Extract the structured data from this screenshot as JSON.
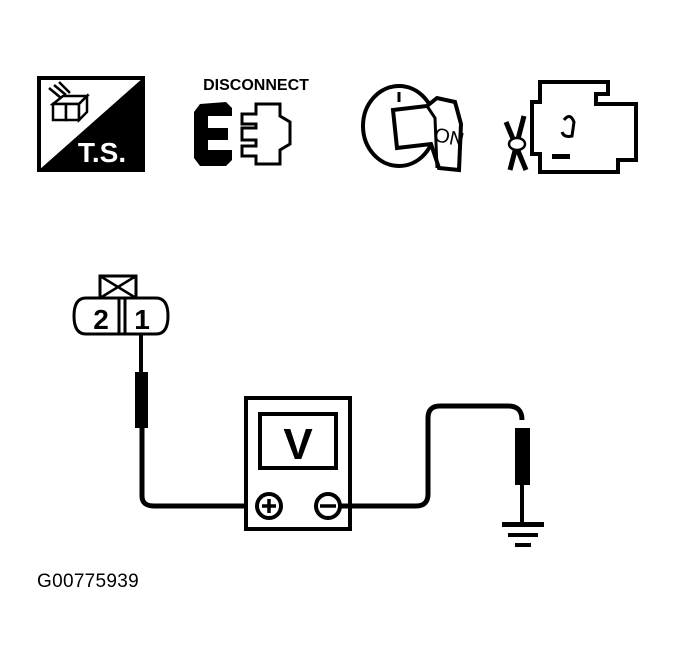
{
  "icons": [
    {
      "name": "ts-icon",
      "label": "T.S."
    },
    {
      "name": "disconnect-icon",
      "label": "DISCONNECT"
    },
    {
      "name": "ignition-on-icon",
      "label": "ON"
    },
    {
      "name": "engine-off-icon",
      "label": ""
    }
  ],
  "connector": {
    "pins": [
      "2",
      "1"
    ]
  },
  "meter": {
    "label": "V",
    "positive": "+",
    "negative": "−"
  },
  "caption": "G00775939",
  "colors": {
    "ink": "#000000",
    "background": "#ffffff"
  }
}
